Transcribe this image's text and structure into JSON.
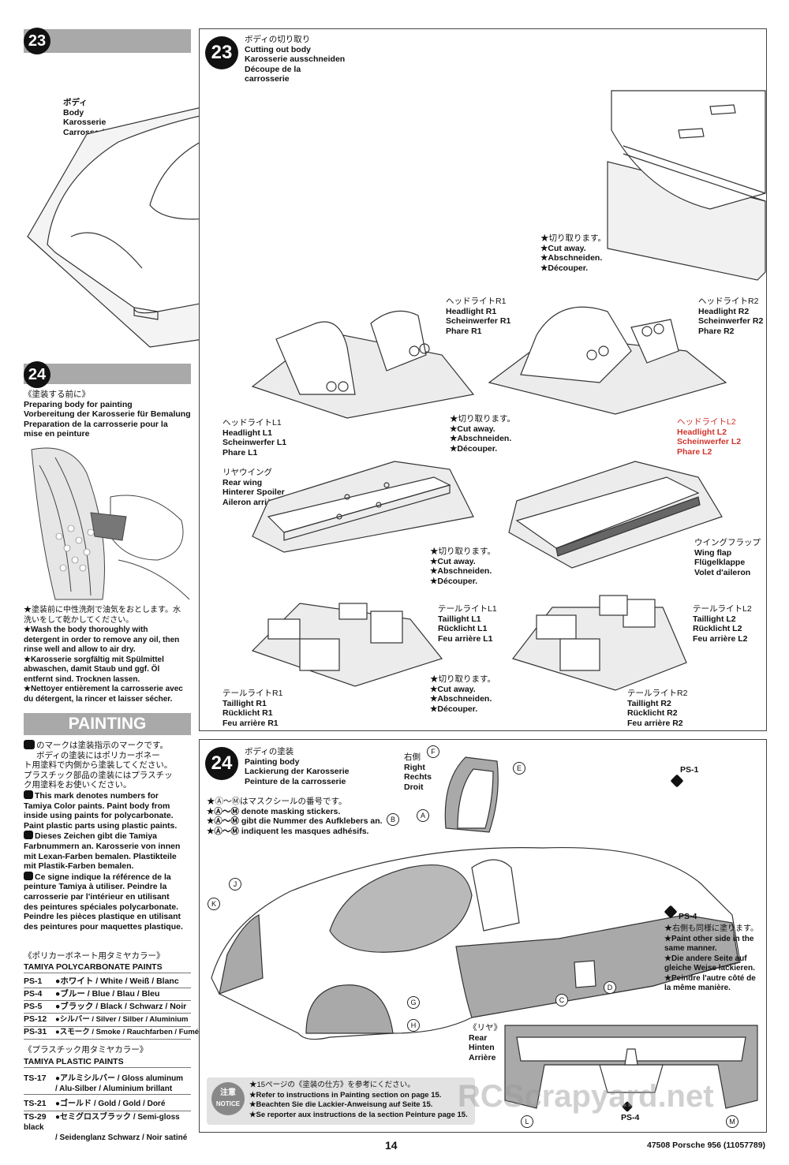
{
  "step23": {
    "number": "23",
    "title_lines": [
      "ボディの切り取り",
      "Cutting out body",
      "Karosserie ausschneiden",
      "Découpe de la",
      "carrosserie"
    ],
    "body_label": [
      "ボディ",
      "Body",
      "Karosserie",
      "Carrosserie"
    ],
    "cut_note_1": [
      "★切り取ります。",
      "★Cut away.",
      "★Abschneiden.",
      "★Découper."
    ],
    "headlight_r1": [
      "ヘッドライトR1",
      "Headlight R1",
      "Scheinwerfer R1",
      "Phare R1"
    ],
    "headlight_r2": [
      "ヘッドライトR2",
      "Headlight R2",
      "Scheinwerfer R2",
      "Phare R2"
    ],
    "headlight_l1": [
      "ヘッドライトL1",
      "Headlight L1",
      "Scheinwerfer L1",
      "Phare L1"
    ],
    "headlight_l2": [
      "ヘッドライトL2",
      "Headlight L2",
      "Scheinwerfer L2",
      "Phare L2"
    ],
    "cut_note_2": [
      "★切り取ります。",
      "★Cut away.",
      "★Abschneiden.",
      "★Découper."
    ],
    "rear_wing": [
      "リヤウイング",
      "Rear wing",
      "Hinterer Spoiler",
      "Aileron arrière"
    ],
    "wing_flap": [
      "ウイングフラップ",
      "Wing flap",
      "Flügelklappe",
      "Volet d'aileron"
    ],
    "cut_note_3": [
      "★切り取ります。",
      "★Cut away.",
      "★Abschneiden.",
      "★Découper."
    ],
    "taillight_l1": [
      "テールライトL1",
      "Taillight L1",
      "Rücklicht L1",
      "Feu arrière L1"
    ],
    "taillight_l2": [
      "テールライトL2",
      "Taillight L2",
      "Rücklicht L2",
      "Feu arrière L2"
    ],
    "taillight_r1": [
      "テールライトR1",
      "Taillight R1",
      "Rücklicht R1",
      "Feu arrière R1"
    ],
    "taillight_r2": [
      "テールライトR2",
      "Taillight R2",
      "Rücklicht R2",
      "Feu arrière R2"
    ],
    "cut_note_4": [
      "★切り取ります。",
      "★Cut away.",
      "★Abschneiden.",
      "★Découper."
    ]
  },
  "sidebar23_number": "23",
  "step24_side": {
    "number": "24",
    "title_lines": [
      "《塗装する前に》",
      "Preparing body for painting",
      "Vorbereitung der Karosserie für Bemalung",
      "Preparation de la carrosserie pour la",
      "mise en peinture"
    ],
    "wash_notes": [
      "★塗装前に中性洗剤で油気をおとします。水",
      "洗いをして乾かしてください。",
      "★Wash the body thoroughly with",
      "detergent in order to remove any oil, then",
      "rinse well and allow to air dry.",
      "★Karosserie sorgfältig mit Spülmittel",
      "abwaschen, damit Staub und ggf. Öl",
      "entfernt sind. Trocknen lassen.",
      "★Nettoyer entièrement la carrosserie avec",
      "du détergent, la rincer et laisser sécher."
    ]
  },
  "painting": {
    "header": "PAINTING",
    "intro": [
      "のマークは塗装指示のマークです。",
      "ボディの塗装にはポリカーボネー",
      "ト用塗料で内側から塗装してください。",
      "プラスチック部品の塗装にはプラスチッ",
      "ク用塗料をお使いください。",
      "This mark denotes numbers for",
      "Tamiya Color paints. Paint body from",
      "inside using paints for polycarbonate.",
      "Paint plastic parts using plastic paints.",
      "Dieses Zeichen gibt die Tamiya",
      "Farbnummern an. Karosserie von innen",
      "mit Lexan-Farben bemalen. Plastikteile",
      "mit Plastik-Farben bemalen.",
      "Ce signe indique la référence de la",
      "peinture Tamiya à utiliser. Peindre la",
      "carrosserie par l'intérieur en utilisant",
      "des peintures spéciales polycarbonate.",
      "Peindre les pièces plastique en utilisant",
      "des peintures pour maquettes plastique."
    ],
    "poly_header_jp": "《ポリカーボネート用タミヤカラー》",
    "poly_header_en": "TAMIYA POLYCARBONATE PAINTS",
    "poly_rows": [
      {
        "code": "PS-1",
        "name": "●ホワイト / White / Weiß / Blanc"
      },
      {
        "code": "PS-4",
        "name": "●ブルー / Blue / Blau / Bleu"
      },
      {
        "code": "PS-5",
        "name": "●ブラック / Black / Schwarz / Noir"
      },
      {
        "code": "PS-12",
        "name": "●シルバー / Silver / Silber / Aluminium"
      },
      {
        "code": "PS-31",
        "name": "●スモーク / Smoke / Rauchfarben / Fumé"
      }
    ],
    "plastic_header_jp": "《プラスチック用タミヤカラー》",
    "plastic_header_en": "TAMIYA PLASTIC PAINTS",
    "plastic_rows": [
      {
        "code": "TS-17",
        "name": "●アルミシルバー / Gloss aluminum",
        "name2": "/ Alu-Silber / Aluminium brillant"
      },
      {
        "code": "TS-21",
        "name": "●ゴールド / Gold / Gold / Doré",
        "name2": ""
      },
      {
        "code": "TS-29",
        "name": "●セミグロスブラック / Semi-gloss black",
        "name2": "/ Seidenglanz Schwarz / Noir satiné"
      }
    ]
  },
  "step24": {
    "number": "24",
    "title_lines": [
      "ボディの塗装",
      "Painting body",
      "Lackierung der Karosserie",
      "Peinture de la carrosserie"
    ],
    "mask_notes": [
      "★Ⓐ〜Ⓜはマスクシールの番号です。",
      "★Ⓐ〜Ⓜ denote masking stickers.",
      "★Ⓐ〜Ⓜ gibt die Nummer des Aufklebers an.",
      "★Ⓐ〜Ⓜ indiquent les masques adhésifs."
    ],
    "right_label": [
      "右側",
      "Right",
      "Rechts",
      "Droit"
    ],
    "ps1": "PS-1",
    "ps4": "PS-4",
    "ps4_bottom": "PS-4",
    "other_side": [
      "★右側も同様に塗ります。",
      "★Paint other side in the",
      "same manner.",
      "★Die andere Seite auf",
      "gleiche Weise lackieren.",
      "★Peindre l'autre côté de",
      "la même manière."
    ],
    "rear_label": [
      "《リヤ》",
      "Rear",
      "Hinten",
      "Arrière"
    ],
    "letters": [
      "A",
      "B",
      "C",
      "D",
      "E",
      "F",
      "G",
      "H",
      "J",
      "K",
      "L",
      "M"
    ],
    "notice_badge": [
      "注意",
      "NOTICE"
    ],
    "notice": [
      "★15ページの《塗装の仕方》を参考にください。",
      "★Refer to instructions in Painting section on page 15.",
      "★Beachten Sie die Lackier-Anweisung auf Seite 15.",
      "★Se reporter aux instructions de la section Peinture page 15."
    ]
  },
  "footer": {
    "page": "14",
    "code": "47508  Porsche 956 (11057789)"
  },
  "watermark": "RCScrapyard.net",
  "colors": {
    "shade": "#a9a9a9",
    "accent_red": "#d0342c"
  }
}
